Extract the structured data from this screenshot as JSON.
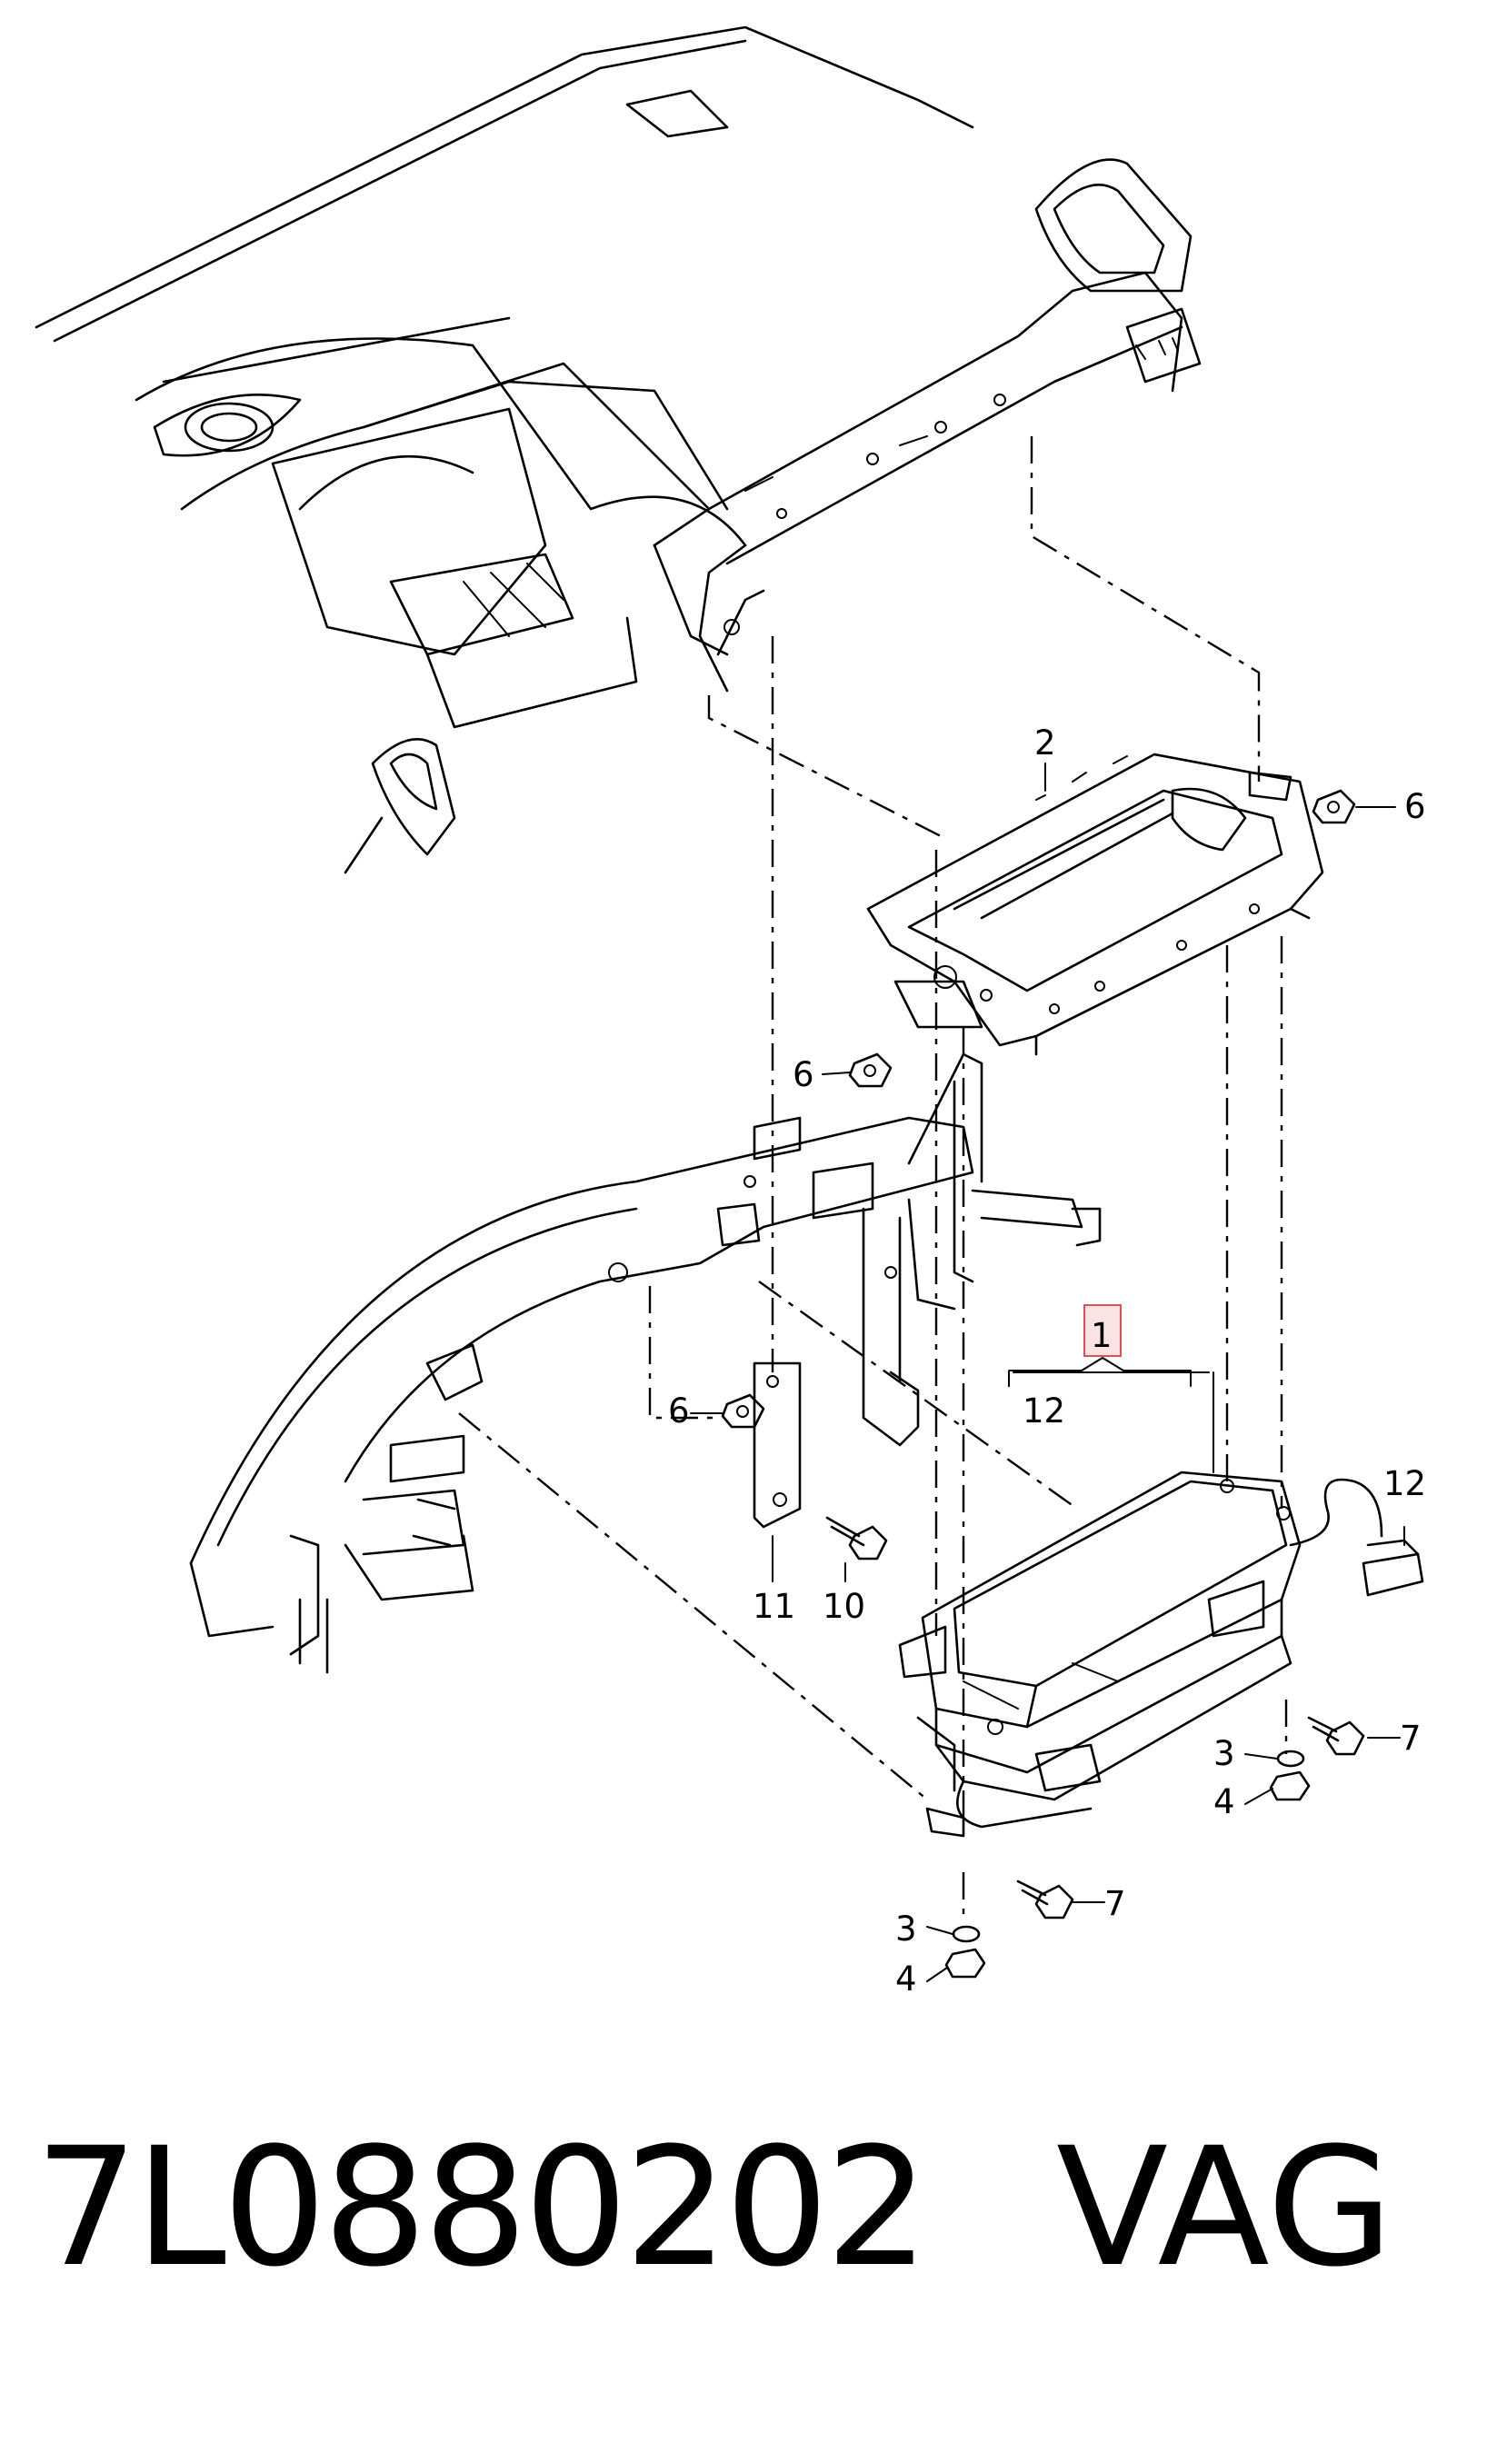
{
  "callouts": {
    "c1": "1",
    "c2": "2",
    "c3a": "3",
    "c3b": "3",
    "c4a": "4",
    "c4b": "4",
    "c6a": "6",
    "c6b": "6",
    "c6c": "6",
    "c7a": "7",
    "c7b": "7",
    "c10": "10",
    "c11": "11",
    "c12a": "12",
    "c12b": "12"
  },
  "footer": {
    "part_number": "7L0880202",
    "brand": "VAG"
  },
  "colors": {
    "line": "#000000",
    "highlight_box": "#e05050",
    "highlight_fill": "#fbe3e3",
    "background": "#ffffff"
  }
}
